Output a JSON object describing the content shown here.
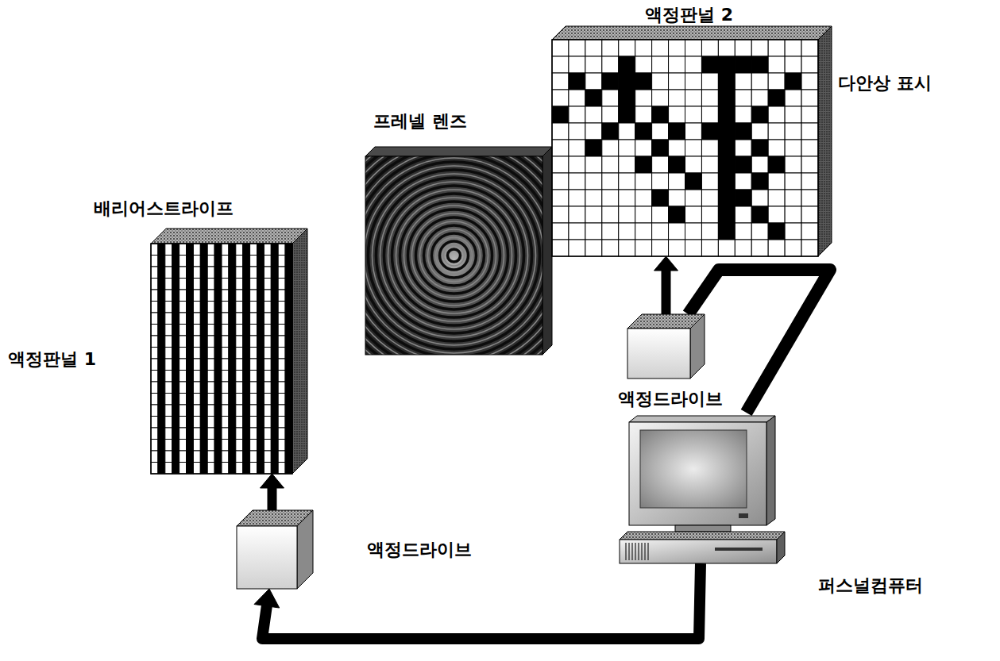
{
  "diagram": {
    "nodes": [
      {
        "text": [
          "배리어스트라이프",
          "액정판널 1"
        ]
      },
      {
        "text": [
          "프레넬 렌즈"
        ]
      },
      {
        "text": [
          "액정판널 2",
          "다안상 표시"
        ]
      },
      {
        "text": [
          "액정드라이브"
        ]
      },
      {
        "text": [
          "액정드라이브"
        ]
      },
      {
        "text": [
          "퍼스널컴퓨터"
        ]
      }
    ],
    "edges": [
      {
        "from": 5,
        "to": 3,
        "arrow": "to"
      },
      {
        "from": 3,
        "to": 0,
        "arrow": "to"
      },
      {
        "from": 5,
        "to": 4,
        "arrow": "none"
      },
      {
        "from": 4,
        "to": 2,
        "arrow": "to"
      }
    ]
  }
}
